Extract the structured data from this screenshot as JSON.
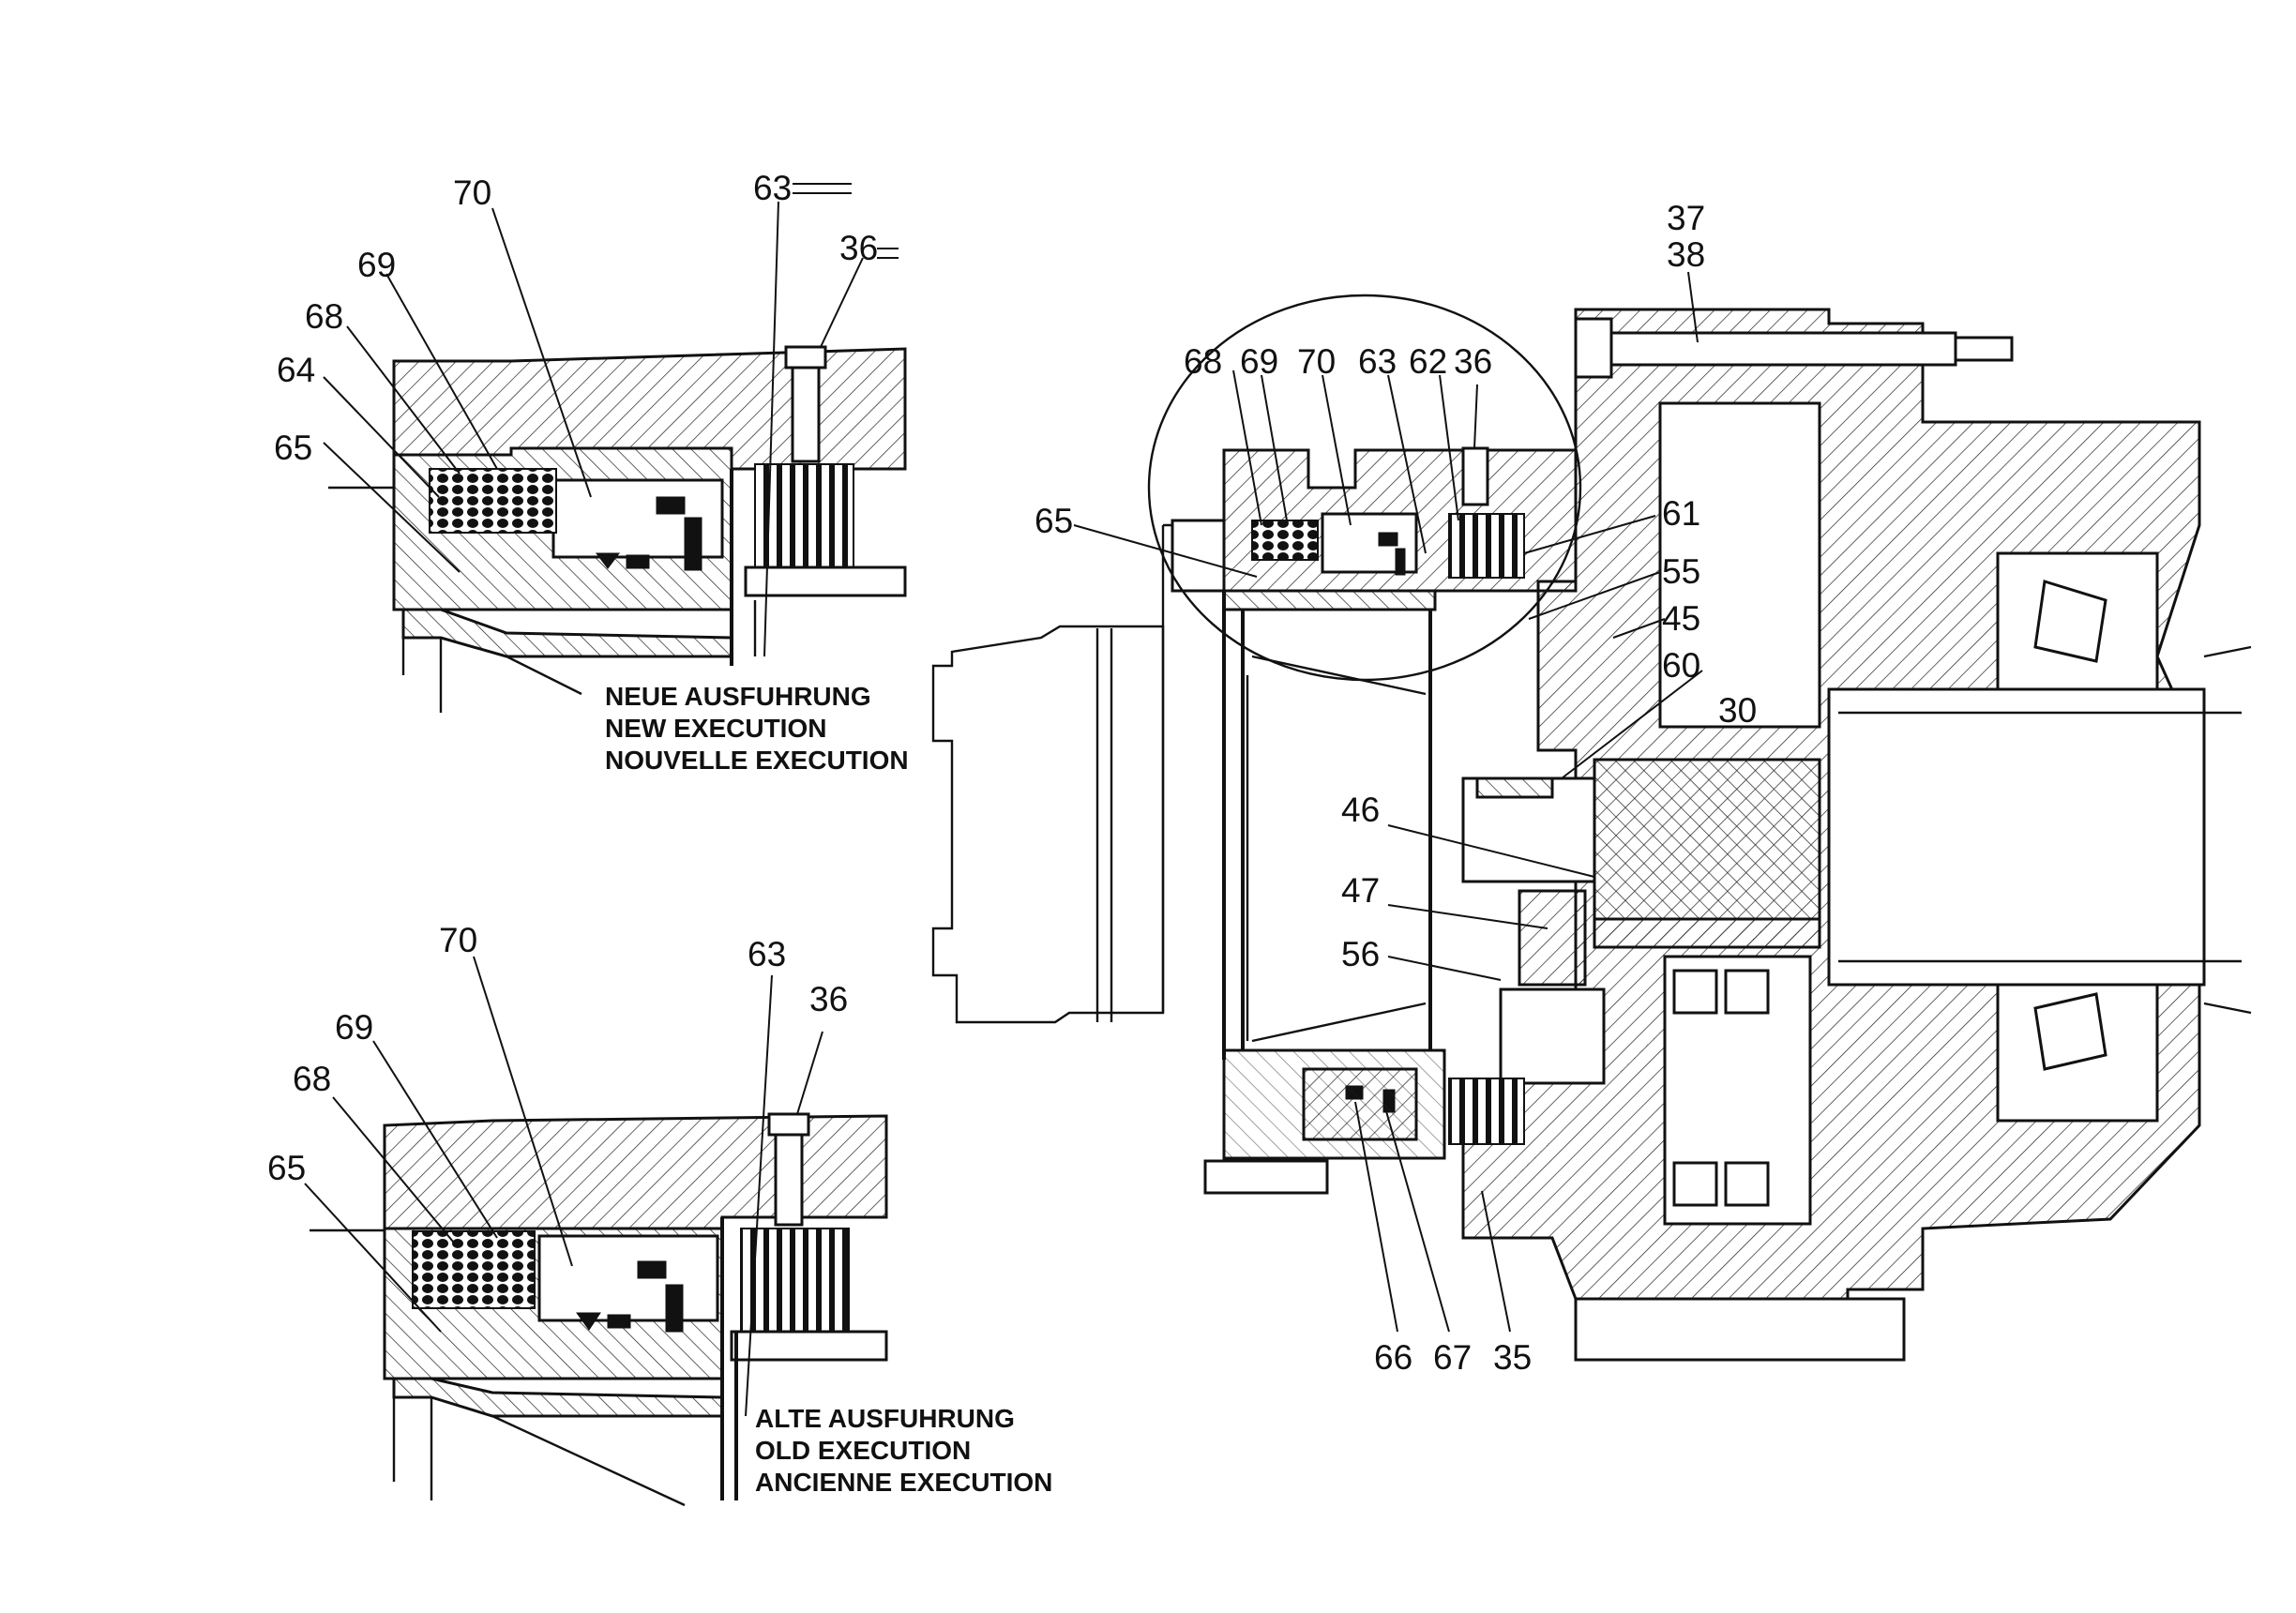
{
  "detail_new": {
    "labels": [
      "70",
      "69",
      "68",
      "64",
      "65",
      "63",
      "36"
    ],
    "caption": [
      "NEUE AUSFUHRUNG",
      "NEW EXECUTION",
      "NOUVELLE EXECUTION"
    ]
  },
  "detail_old": {
    "labels": [
      "70",
      "69",
      "68",
      "65",
      "63",
      "36"
    ],
    "caption": [
      "ALTE AUSFUHRUNG",
      "OLD EXECUTION",
      "ANCIENNE EXECUTION"
    ]
  },
  "main": {
    "labels_top": [
      "37",
      "38"
    ],
    "labels_inset": [
      "68",
      "69",
      "70",
      "63",
      "62",
      "36"
    ],
    "labels_left": [
      "65",
      "46",
      "47",
      "56"
    ],
    "labels_right": [
      "61",
      "55",
      "45",
      "60",
      "30"
    ],
    "labels_bottom": [
      "66",
      "67",
      "35"
    ]
  }
}
